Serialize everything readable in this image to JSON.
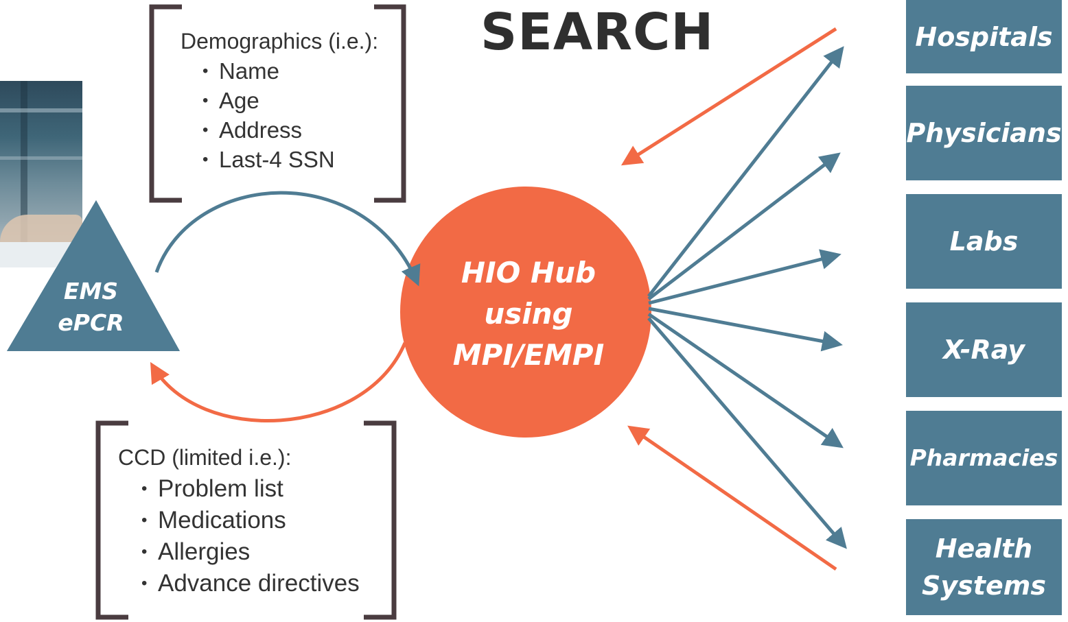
{
  "title": "SEARCH",
  "source": {
    "label_line1": "EMS",
    "label_line2": "ePCR"
  },
  "hub": {
    "line1": "HIO Hub",
    "line2": "using",
    "line3": "MPI/EMPI"
  },
  "demographics": {
    "heading": "Demographics (i.e.):",
    "items": [
      "Name",
      "Age",
      "Address",
      "Last-4 SSN"
    ]
  },
  "ccd": {
    "heading": "CCD (limited i.e.):",
    "items": [
      "Problem list",
      "Medications",
      "Allergies",
      "Advance directives"
    ]
  },
  "destinations": [
    {
      "label": "Hospitals"
    },
    {
      "label": "Physicians"
    },
    {
      "label": "Labs"
    },
    {
      "label": "X-Ray"
    },
    {
      "label": "Pharmacies"
    },
    {
      "label": "Health\nSystems"
    }
  ],
  "colors": {
    "query_arrow": "#4f7c93",
    "response_arrow": "#f26a45",
    "hub_fill": "#f26a45",
    "source_fill": "#4f7c93",
    "destination_fill": "#4f7c93",
    "bracket": "#4a3c40"
  }
}
